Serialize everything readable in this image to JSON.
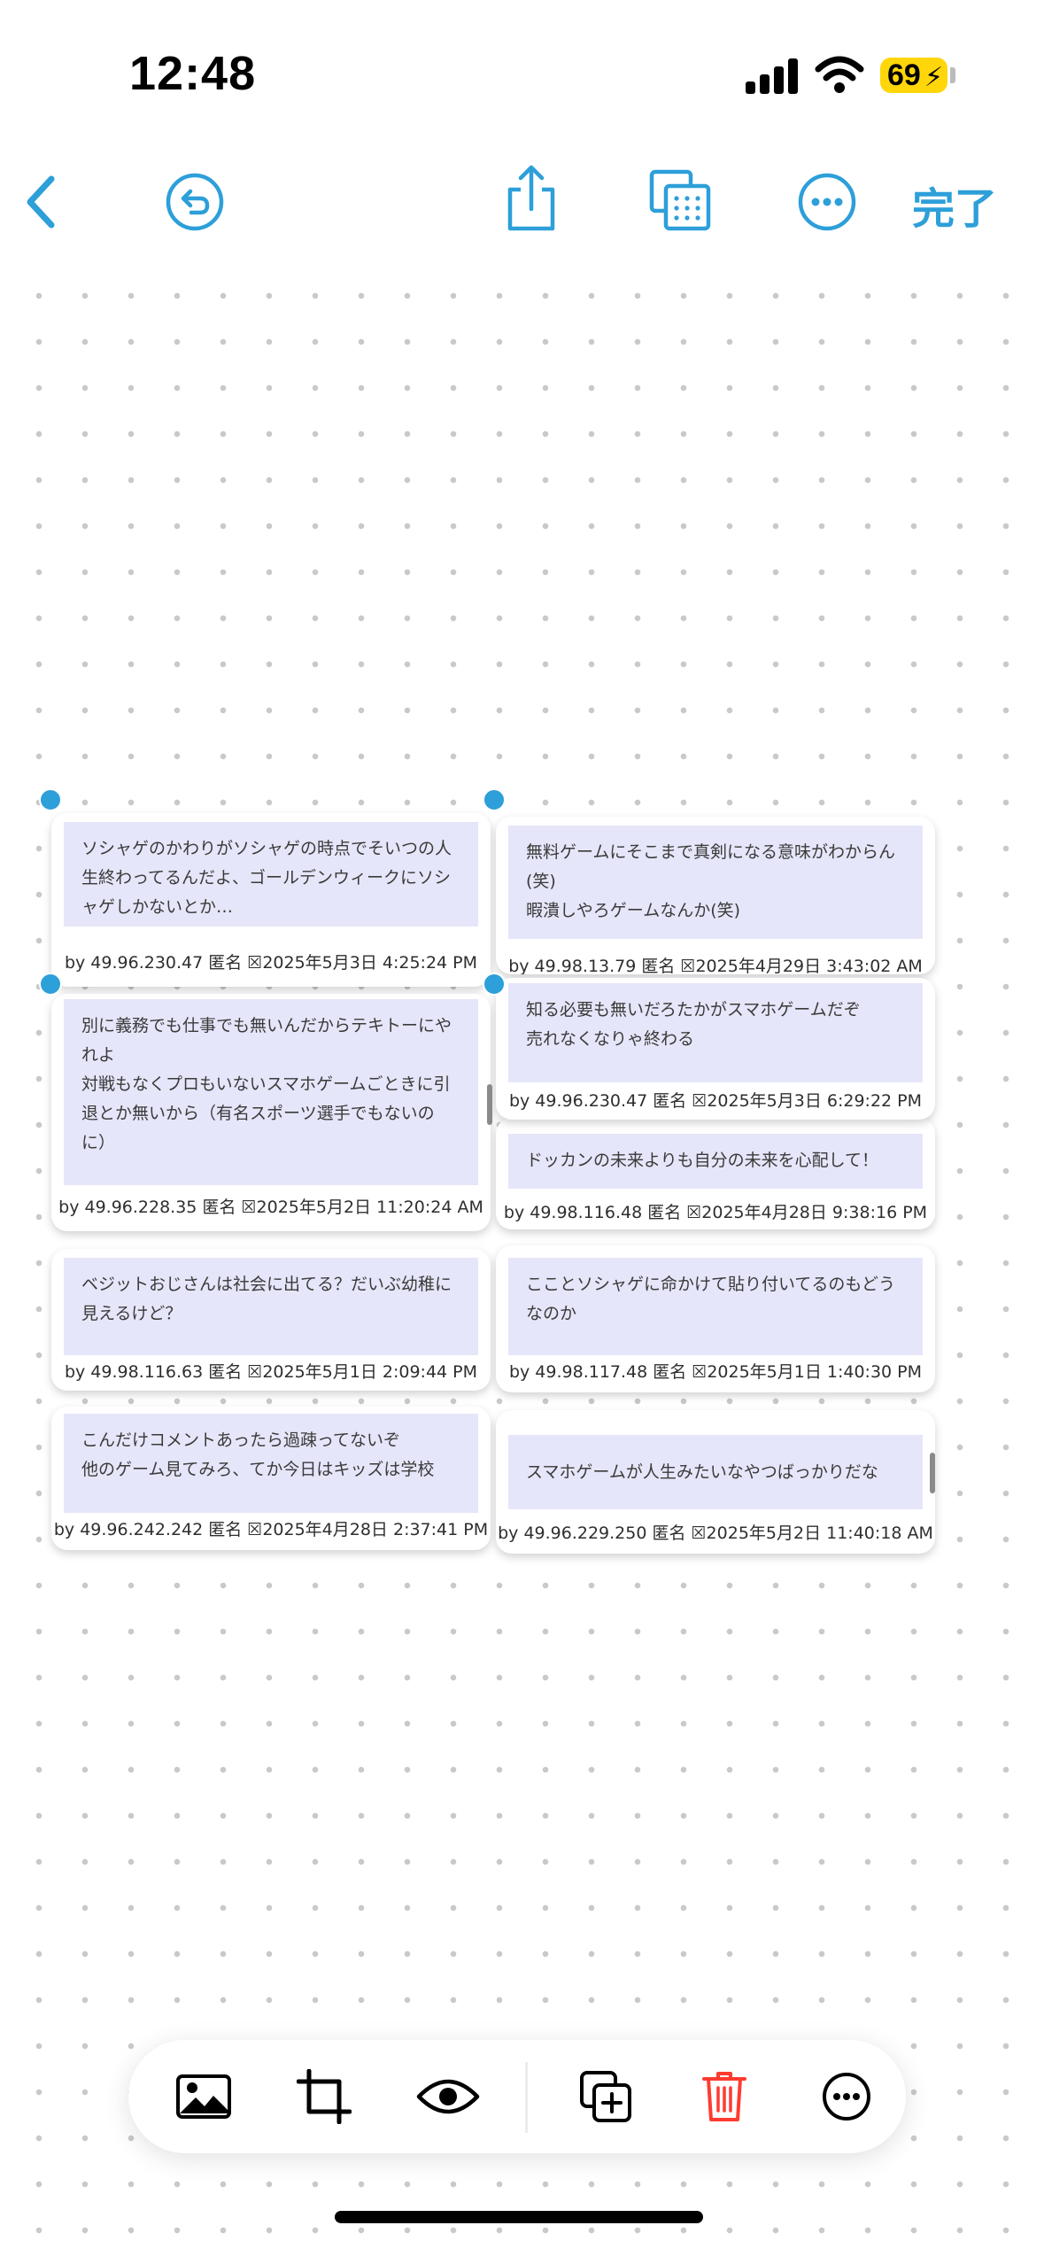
{
  "status": {
    "time": "12:48",
    "battery": "69"
  },
  "toolbar": {
    "done_label": "完了",
    "icons": [
      "chevron-left-icon",
      "undo-icon",
      "share-icon",
      "grid-duplicate-icon",
      "more-icon"
    ]
  },
  "cards": [
    {
      "text": "ソシャゲのかわりがソシャゲの時点でそいつの人\n生終わってるんだよ、ゴールデンウィークにソシ\nャゲしかないとか…",
      "meta": "by 49.96.230.47 匿名 ☒2025年5月3日 4:25:24 PM"
    },
    {
      "text": "無料ゲームにそこまで真剣になる意味がわからん\n(笑)\n暇潰しやろゲームなんか(笑)",
      "meta": "by 49.98.13.79 匿名 ☒2025年4月29日 3:43:02 AM"
    },
    {
      "text": "別に義務でも仕事でも無いんだからテキトーにや\nれよ\n対戦もなくプロもいないスマホゲームごときに引\n退とか無いから（有名スポーツ選手でもないの\nに）",
      "meta": "by 49.96.228.35 匿名 ☒2025年5月2日 11:20:24 AM"
    },
    {
      "text": "知る必要も無いだろたかがスマホゲームだぞ\n売れなくなりゃ終わる",
      "meta": "by 49.96.230.47 匿名 ☒2025年5月3日 6:29:22 PM"
    },
    {
      "text": "ドッカンの未来よりも自分の未来を心配して！",
      "meta": "by 49.98.116.48 匿名 ☒2025年4月28日 9:38:16 PM"
    },
    {
      "text": "ベジットおじさんは社会に出てる？だいぶ幼稚に\n見えるけど？",
      "meta": "by 49.98.116.63 匿名 ☒2025年5月1日 2:09:44 PM"
    },
    {
      "text": "こことソシャゲに命かけて貼り付いてるのもどう\nなのか",
      "meta": "by 49.98.117.48 匿名 ☒2025年5月1日 1:40:30 PM"
    },
    {
      "text": "こんだけコメントあったら過疎ってないぞ\n他のゲーム見てみろ、てか今日はキッズは学校",
      "meta": "by 49.96.242.242 匿名 ☒2025年4月28日 2:37:41 PM"
    },
    {
      "text": "スマホゲームが人生みたいなやつばっかりだな",
      "meta": "by 49.96.229.250 匿名 ☒2025年5月2日 11:40:18 AM"
    }
  ],
  "bottom_toolbar": {
    "icons": [
      "image-icon",
      "crop-icon",
      "eye-icon",
      "duplicate-add-icon",
      "trash-icon",
      "more-icon"
    ]
  },
  "colors": {
    "accent": "#2d9fd9",
    "card_body": "#e6e6fa",
    "trash": "#ff3b30",
    "battery": "#ffd60a"
  }
}
